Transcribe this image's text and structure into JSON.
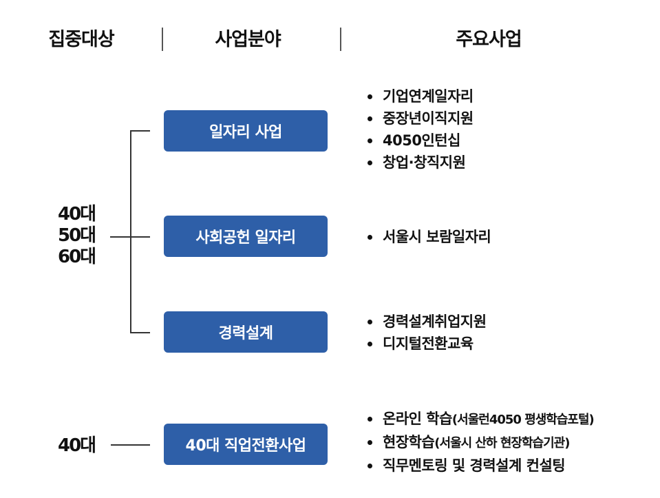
{
  "header": {
    "col1": "집중대상",
    "col2": "사업분야",
    "col3": "주요사업"
  },
  "targets": {
    "group1": [
      "40대",
      "50대",
      "60대"
    ],
    "group2": "40대"
  },
  "fields": [
    {
      "label": "일자리 사업",
      "items": [
        {
          "main": "기업연계일자리",
          "sub": ""
        },
        {
          "main": "중장년이직지원",
          "sub": ""
        },
        {
          "main": "4050인턴십",
          "sub": ""
        },
        {
          "main": "창업·창직지원",
          "sub": ""
        }
      ]
    },
    {
      "label": "사회공헌 일자리",
      "items": [
        {
          "main": "서울시 보람일자리",
          "sub": ""
        }
      ]
    },
    {
      "label": "경력설계",
      "items": [
        {
          "main": "경력설계취업지원",
          "sub": ""
        },
        {
          "main": "디지털전환교육",
          "sub": ""
        }
      ]
    },
    {
      "label": "40대 직업전환사업",
      "items": [
        {
          "main": "온라인 학습",
          "sub": "(서울런4050 평생학습포털)"
        },
        {
          "main": "현장학습",
          "sub": "(서울시 산하 현장학습기관)"
        },
        {
          "main": "직무멘토링 및 경력설계 컨설팅",
          "sub": ""
        }
      ]
    }
  ],
  "colors": {
    "box_fill": "#2e5fa8",
    "box_text": "#ffffff",
    "text": "#111111",
    "connector": "#333333"
  }
}
